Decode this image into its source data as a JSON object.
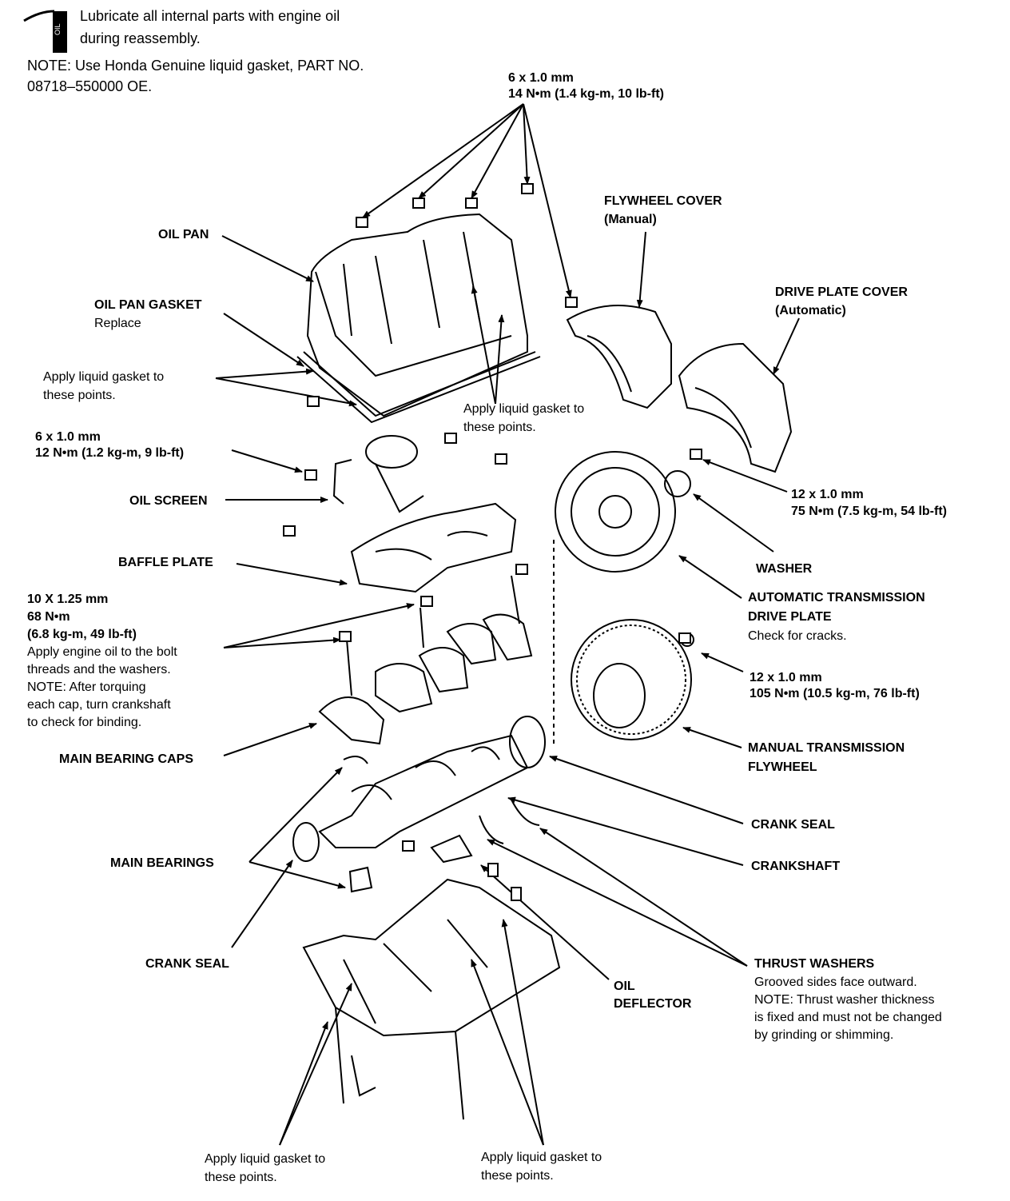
{
  "header": {
    "lubricate": [
      "Lubricate all internal parts with engine oil",
      "during reassembly."
    ],
    "note": [
      "NOTE: Use Honda Genuine liquid gasket, PART NO.",
      "08718–550000 OE."
    ],
    "icon": "oil-can-icon"
  },
  "labels": {
    "oil_pan_bolts": [
      "6 x 1.0 mm",
      "14 N•m (1.4 kg-m, 10 lb-ft)"
    ],
    "flywheel_cover": [
      "FLYWHEEL COVER",
      "(Manual)"
    ],
    "drive_plate_cover": [
      "DRIVE PLATE COVER",
      "(Automatic)"
    ],
    "oil_pan": "OIL PAN",
    "oil_pan_gasket": [
      "OIL PAN GASKET",
      "Replace"
    ],
    "apply_gasket_left": [
      "Apply liquid gasket to",
      "these points."
    ],
    "apply_gasket_center": [
      "Apply liquid gasket to",
      "these points."
    ],
    "oil_screen_bolts": [
      "6 x 1.0 mm",
      "12 N•m (1.2 kg-m, 9 lb-ft)"
    ],
    "oil_screen": "OIL SCREEN",
    "drive_plate_bolt": [
      "12 x 1.0 mm",
      "75 N•m (7.5 kg-m, 54 lb-ft)"
    ],
    "washer": "WASHER",
    "baffle_plate": "BAFFLE PLATE",
    "main_cap_bolts": [
      "10 X 1.25 mm",
      "68 N•m",
      "(6.8 kg-m, 49 lb-ft)",
      "Apply engine oil to the bolt",
      "threads and the washers.",
      "NOTE: After torquing",
      "each cap, turn crankshaft",
      "to check for binding."
    ],
    "auto_drive_plate": [
      "AUTOMATIC TRANSMISSION",
      "DRIVE PLATE",
      "Check for cracks."
    ],
    "flywheel_bolt": [
      "12 x 1.0 mm",
      "105 N•m (10.5 kg-m, 76 lb-ft)"
    ],
    "main_bearing_caps": "MAIN BEARING CAPS",
    "manual_flywheel": [
      "MANUAL TRANSMISSION",
      "FLYWHEEL"
    ],
    "crank_seal_right": "CRANK SEAL",
    "main_bearings": "MAIN BEARINGS",
    "crankshaft": "CRANKSHAFT",
    "crank_seal_left": "CRANK SEAL",
    "oil_deflector": [
      "OIL",
      "DEFLECTOR"
    ],
    "thrust_washers": [
      "THRUST WASHERS",
      "Grooved sides face outward.",
      "NOTE:   Thrust washer thickness",
      "is fixed and must not be changed",
      "by grinding or shimming."
    ],
    "apply_gasket_bottom_left": [
      "Apply liquid gasket to",
      "these points."
    ],
    "apply_gasket_bottom_right": [
      "Apply liquid gasket to",
      "these points."
    ]
  }
}
